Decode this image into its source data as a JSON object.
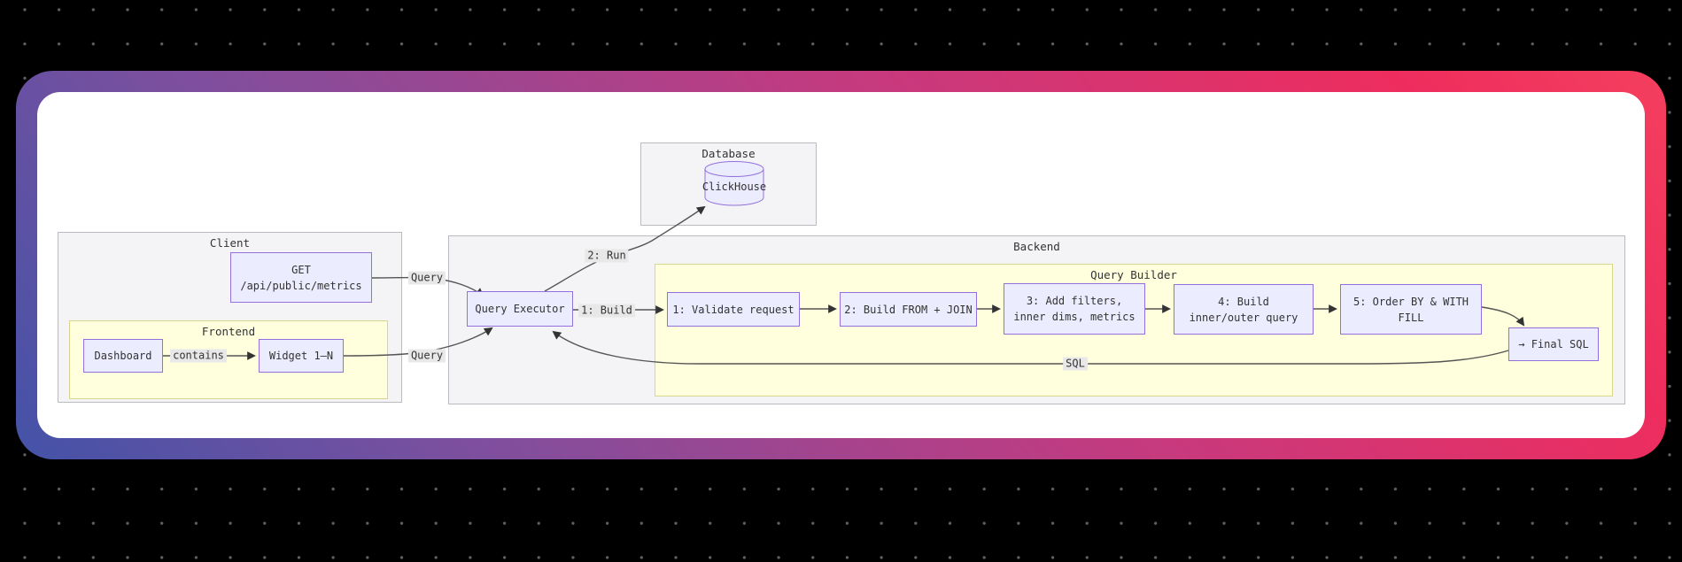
{
  "scene": {
    "description": "Mermaid-style flowchart on a white rounded card with gradient border over a dotted black canvas"
  },
  "colors": {
    "canvas_bg": "#000000",
    "dot": "#606060",
    "gradient_start": "#4353a8",
    "gradient_mid": "#c53a7f",
    "gradient_end": "#f43f5e",
    "card_bg": "#ffffff",
    "node_fill": "#ECECFF",
    "node_border": "#9370DB",
    "cluster_grey": "#f4f4f6",
    "cluster_yellow": "#ffffde",
    "edge": "#555555",
    "edge_label_bg": "#e8e8e8",
    "text": "#333333"
  },
  "clusters": {
    "client": {
      "label": "Client"
    },
    "frontend": {
      "label": "Frontend"
    },
    "backend": {
      "label": "Backend"
    },
    "query_builder": {
      "label": "Query Builder"
    },
    "database": {
      "label": "Database"
    }
  },
  "nodes": {
    "get": {
      "lines": [
        "GET",
        "/api/public/metrics"
      ]
    },
    "dashboard": {
      "lines": [
        "Dashboard"
      ]
    },
    "widget": {
      "lines": [
        "Widget 1–N"
      ]
    },
    "clickhouse": {
      "lines": [
        "ClickHouse"
      ]
    },
    "executor": {
      "lines": [
        "Query Executor"
      ]
    },
    "step1": {
      "lines": [
        "1: Validate request"
      ]
    },
    "step2": {
      "lines": [
        "2: Build FROM + JOIN"
      ]
    },
    "step3": {
      "lines": [
        "3: Add filters,",
        "inner dims, metrics"
      ]
    },
    "step4": {
      "lines": [
        "4: Build",
        "inner/outer query"
      ]
    },
    "step5": {
      "lines": [
        "5: Order BY & WITH",
        "FILL"
      ]
    },
    "final_sql": {
      "lines": [
        "→ Final SQL"
      ]
    }
  },
  "edge_labels": {
    "query_get": "Query",
    "query_widget": "Query",
    "contains": "contains",
    "build": "1: Build",
    "run": "2: Run",
    "sql": "SQL"
  }
}
